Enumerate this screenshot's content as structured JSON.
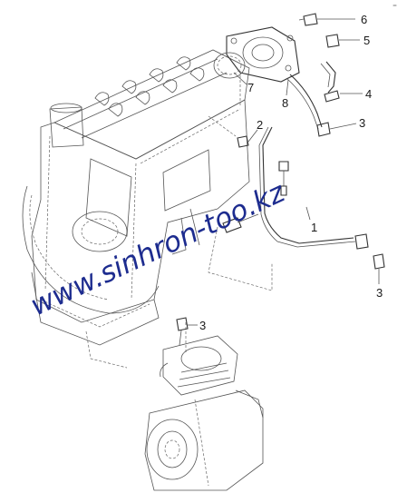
{
  "corner_mark": "=",
  "callouts": [
    {
      "id": "c6",
      "label": "6"
    },
    {
      "id": "c5",
      "label": "5"
    },
    {
      "id": "c7",
      "label": "7"
    },
    {
      "id": "c8",
      "label": "8"
    },
    {
      "id": "c4",
      "label": "4"
    },
    {
      "id": "c3a",
      "label": "3"
    },
    {
      "id": "c2",
      "label": "2"
    },
    {
      "id": "c1",
      "label": "1"
    },
    {
      "id": "c3b",
      "label": "3"
    },
    {
      "id": "c3c",
      "label": "3"
    }
  ],
  "watermark": "www.sinhron-too.kz",
  "colors": {
    "watermark": "#1d2c8f",
    "line": "#555555"
  }
}
